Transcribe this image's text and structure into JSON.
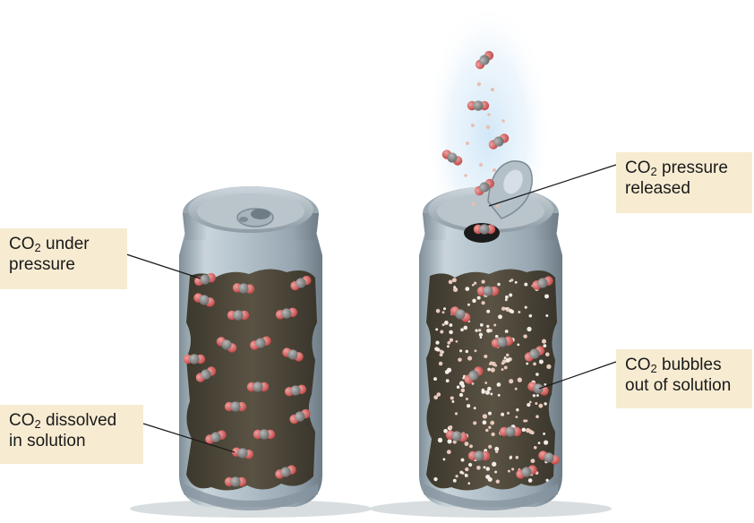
{
  "labels": {
    "co2_under_pressure": {
      "formula_main": "CO",
      "formula_sub": "2",
      "line1_rest": " under",
      "line2": "pressure"
    },
    "co2_dissolved": {
      "formula_main": "CO",
      "formula_sub": "2",
      "line1_rest": " dissolved",
      "line2": "in solution"
    },
    "co2_pressure_released": {
      "formula_main": "CO",
      "formula_sub": "2",
      "line1_rest": " pressure",
      "line2": "released"
    },
    "co2_bubbles_out": {
      "formula_main": "CO",
      "formula_sub": "2",
      "line1_rest": " bubbles",
      "line2": "out of solution"
    }
  },
  "colors": {
    "label_background": "#f7ecd2",
    "can_body": "#aebcc6",
    "soda_liquid": "#4a4437",
    "oxygen_atom": "#d9605f",
    "carbon_atom": "#8a8a8a",
    "released_glow": "#cfe6f7"
  }
}
